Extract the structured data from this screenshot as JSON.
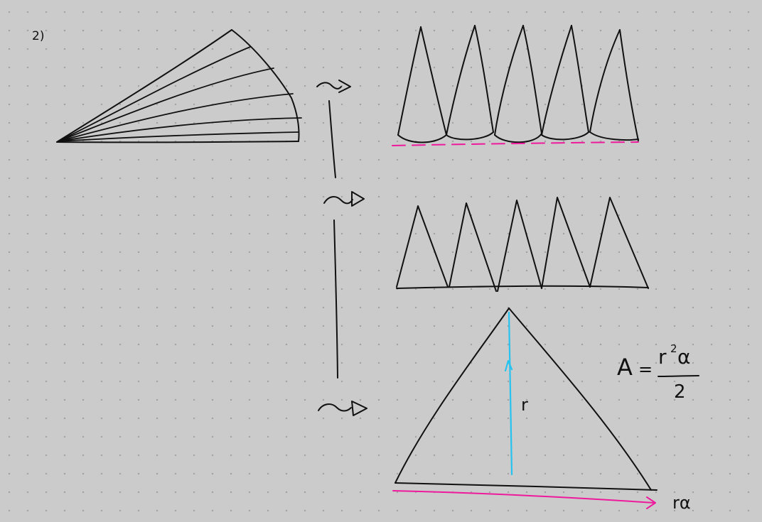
{
  "problem_label": "2)",
  "formula": {
    "lhs": "A",
    "equals": "=",
    "numerator_base": "r",
    "numerator_exp": "2",
    "numerator_alpha": "α",
    "denominator": "2"
  },
  "height_label": "r",
  "base_label": "rα",
  "colors": {
    "ink": "#111111",
    "base_highlight": "#ee1a9c",
    "height_highlight": "#27c3f0",
    "background": "#cbcbcb",
    "grid_dot": "#a4a4a4"
  }
}
